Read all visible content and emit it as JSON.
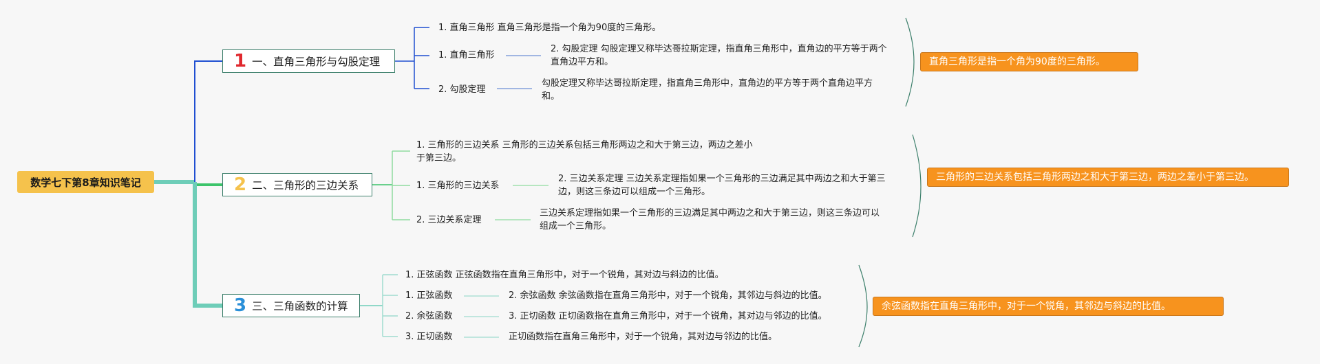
{
  "root": {
    "label": "数学七下第8章知识笔记"
  },
  "branches": [
    {
      "number": "1",
      "label": "一、直角三角形与勾股定理",
      "items": [
        "1. 直角三角形 直角三角形是指一个角为90度的三角形。",
        "1. 直角三角形",
        "2. 勾股定理 勾股定理又称毕达哥拉斯定理，指直角三角形中，直角边的平方等于两个直角边平方和。",
        "2. 勾股定理",
        "勾股定理又称毕达哥拉斯定理，指直角三角形中，直角边的平方等于两个直角边平方和。"
      ],
      "summary": "直角三角形是指一个角为90度的三角形。"
    },
    {
      "number": "2",
      "label": "二、三角形的三边关系",
      "items": [
        "1. 三角形的三边关系 三角形的三边关系包括三角形两边之和大于第三边，两边之差小于第三边。",
        "1. 三角形的三边关系",
        "2. 三边关系定理 三边关系定理指如果一个三角形的三边满足其中两边之和大于第三边，则这三条边可以组成一个三角形。",
        "2. 三边关系定理",
        "三边关系定理指如果一个三角形的三边满足其中两边之和大于第三边，则这三条边可以组成一个三角形。"
      ],
      "summary": "三角形的三边关系包括三角形两边之和大于第三边，两边之差小于第三边。"
    },
    {
      "number": "3",
      "label": "三、三角函数的计算",
      "items": [
        "1. 正弦函数 正弦函数指在直角三角形中，对于一个锐角，其对边与斜边的比值。",
        "1. 正弦函数",
        "2. 余弦函数 余弦函数指在直角三角形中，对于一个锐角，其邻边与斜边的比值。",
        "2. 余弦函数",
        "3. 正切函数 正切函数指在直角三角形中，对于一个锐角，其对边与邻边的比值。",
        "3. 正切函数",
        "正切函数指在直角三角形中，对于一个锐角，其对边与邻边的比值。"
      ],
      "summary": "余弦函数指在直角三角形中，对于一个锐角，其邻边与斜边的比值。"
    }
  ],
  "colors": {
    "root_fill": "#f5c24c",
    "branch1_line": "#1f4fd1",
    "branch2_line": "#3cc46a",
    "branch3_line": "#6ecdb8",
    "num1": "#e0282e",
    "num2": "#f5c24c",
    "num3": "#2a8fd8",
    "summary_fill": "#f7931e"
  }
}
